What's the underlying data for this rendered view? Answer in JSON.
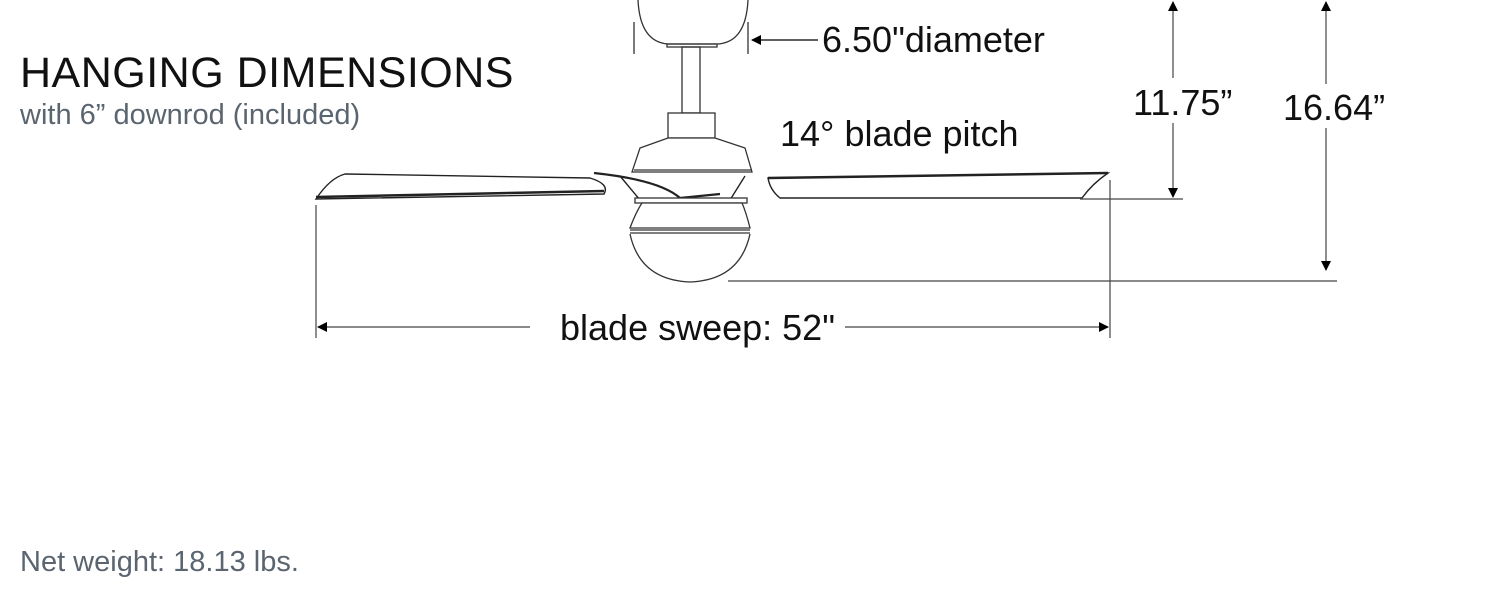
{
  "header": {
    "title": "HANGING DIMENSIONS",
    "subtitle": "with 6” downrod (included)"
  },
  "dimensions": {
    "canopy_diameter": "6.50\"diameter",
    "blade_pitch": "14° blade pitch",
    "ceiling_to_blade": "11.75”",
    "ceiling_to_bottom": "16.64”",
    "blade_sweep": "blade sweep: 52\""
  },
  "footer": {
    "net_weight": "Net weight: 18.13 lbs."
  },
  "colors": {
    "title": "#111111",
    "subtitle": "#5a6570",
    "line": "#333333"
  }
}
